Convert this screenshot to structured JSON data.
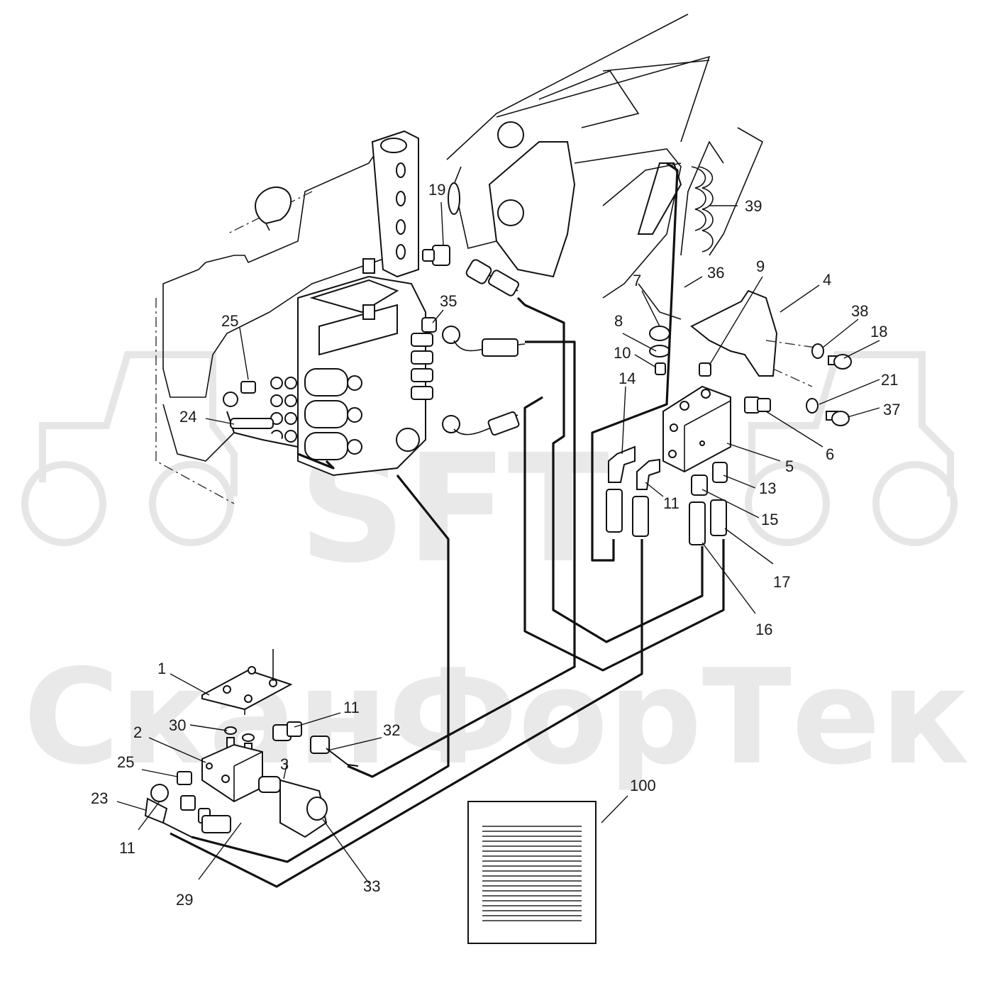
{
  "watermark": {
    "logo_text": "SFT",
    "company_text": "СканФорТек"
  },
  "callouts": [
    {
      "id": "c1",
      "label": "1"
    },
    {
      "id": "c2",
      "label": "2"
    },
    {
      "id": "c3",
      "label": "3"
    },
    {
      "id": "c4",
      "label": "4"
    },
    {
      "id": "c5",
      "label": "5"
    },
    {
      "id": "c6",
      "label": "6"
    },
    {
      "id": "c7",
      "label": "7"
    },
    {
      "id": "c8",
      "label": "8"
    },
    {
      "id": "c9",
      "label": "9"
    },
    {
      "id": "c10",
      "label": "10"
    },
    {
      "id": "c11a",
      "label": "11"
    },
    {
      "id": "c11b",
      "label": "11"
    },
    {
      "id": "c11c",
      "label": "11"
    },
    {
      "id": "c13",
      "label": "13"
    },
    {
      "id": "c14",
      "label": "14"
    },
    {
      "id": "c15",
      "label": "15"
    },
    {
      "id": "c16",
      "label": "16"
    },
    {
      "id": "c17",
      "label": "17"
    },
    {
      "id": "c18",
      "label": "18"
    },
    {
      "id": "c19",
      "label": "19"
    },
    {
      "id": "c21",
      "label": "21"
    },
    {
      "id": "c23",
      "label": "23"
    },
    {
      "id": "c24",
      "label": "24"
    },
    {
      "id": "c25a",
      "label": "25"
    },
    {
      "id": "c25b",
      "label": "25"
    },
    {
      "id": "c29",
      "label": "29"
    },
    {
      "id": "c30",
      "label": "30"
    },
    {
      "id": "c32",
      "label": "32"
    },
    {
      "id": "c33",
      "label": "33"
    },
    {
      "id": "c35",
      "label": "35"
    },
    {
      "id": "c36",
      "label": "36"
    },
    {
      "id": "c37",
      "label": "37"
    },
    {
      "id": "c38",
      "label": "38"
    },
    {
      "id": "c39",
      "label": "39"
    },
    {
      "id": "c100",
      "label": "100"
    }
  ]
}
